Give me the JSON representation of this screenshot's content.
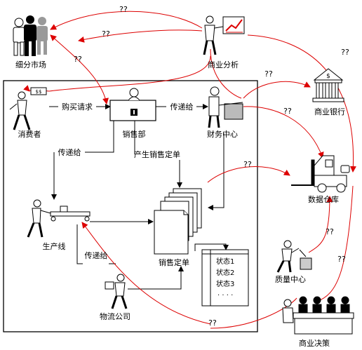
{
  "actors": {
    "segment_market": "细分市场",
    "business_analysis": "商业分析",
    "consumer": "消费者",
    "sales_dept": "销售部",
    "finance_center": "财务中心",
    "commercial_bank": "商业银行",
    "data_warehouse": "数据仓库",
    "production_line": "生产线",
    "sales_orders": "销售定单",
    "quality_center": "质量中心",
    "logistics_company": "物流公司",
    "business_decision": "商业决策"
  },
  "flows": {
    "purchase_request": "购买请求",
    "transfer_to_finance": "传递给",
    "transfer_to_production": "传递给",
    "generate_order": "产生销售定单",
    "transfer_to_logistics": "传递给"
  },
  "order_states": [
    "状态1",
    "状态2",
    "状态3",
    "· · · ·"
  ],
  "unknown_label": "??",
  "colors": {
    "line": "#000000",
    "unknown_link": "#dd0000"
  }
}
